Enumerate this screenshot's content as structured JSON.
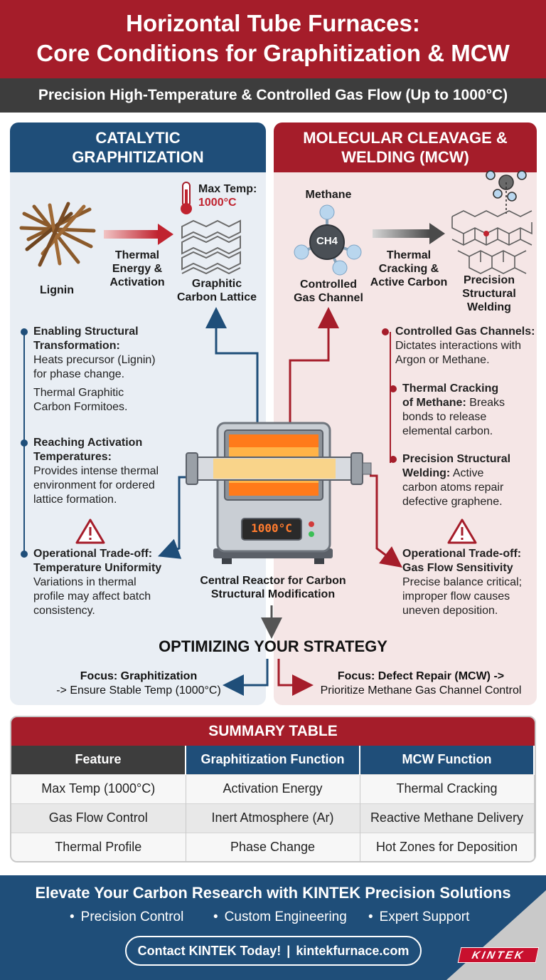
{
  "header": {
    "title_line1": "Horizontal Tube Furnaces:",
    "title_line2": "Core Conditions for Graphitization & MCW",
    "subtitle": "Precision High-Temperature & Controlled Gas Flow (Up to 1000°C)"
  },
  "left_panel": {
    "heading_line1": "CATALYTIC",
    "heading_line2": "GRAPHITIZATION",
    "lignin_label": "Lignin",
    "arrow_label": [
      "Thermal",
      "Energy &",
      "Activation"
    ],
    "max_temp_label": "Max Temp:",
    "max_temp_value": "1000°C",
    "lattice_label": [
      "Graphitic",
      "Carbon Lattice"
    ],
    "bullets": [
      {
        "heading": [
          "Enabling Structural",
          "Transformation:"
        ],
        "body": [
          "Heats precursor (Lignin)",
          "for phase change."
        ],
        "body2": [
          "Thermal Graphitic",
          "Carbon Formitoes."
        ]
      },
      {
        "heading": [
          "Reaching Activation",
          "Temperatures:"
        ],
        "body": [
          "Provides intense thermal",
          "environment for ordered",
          "lattice formation."
        ]
      },
      {
        "heading": [
          "Operational Trade-off:",
          "Temperature Uniformity"
        ],
        "body": [
          "Variations in thermal",
          "profile may affect batch",
          "consistency."
        ]
      }
    ],
    "colors": {
      "accent": "#1f4e79"
    }
  },
  "right_panel": {
    "heading_line1": "MOLECULAR CLEAVAGE &",
    "heading_line2": "WELDING (MCW)",
    "methane_label": "Methane",
    "molecule_label": "CH4",
    "gas_channel_label": [
      "Controlled",
      "Gas Channel"
    ],
    "arrow_label": [
      "Thermal",
      "Cracking &",
      "Active Carbon"
    ],
    "welding_label": [
      "Precision",
      "Structural",
      "Welding"
    ],
    "bullets": [
      {
        "heading_inline": "Controlled Gas Channels:",
        "body": [
          "Dictates interactions with",
          "Argon or Methane."
        ]
      },
      {
        "lines": [
          {
            "bold": "Thermal Cracking",
            "rest": ""
          },
          {
            "bold": "of Methane:",
            "rest": " Breaks"
          },
          {
            "bold": "",
            "rest": "bonds to release"
          },
          {
            "bold": "",
            "rest": "elemental carbon."
          }
        ]
      },
      {
        "lines": [
          {
            "bold": "Precision Structural",
            "rest": ""
          },
          {
            "bold": "Welding:",
            "rest": " Active"
          },
          {
            "bold": "",
            "rest": "carbon atoms repair"
          },
          {
            "bold": "",
            "rest": "defective graphene."
          }
        ]
      },
      {
        "heading": [
          "Operational Trade-off:",
          "Gas Flow Sensitivity"
        ],
        "body": [
          "Precise balance critical;",
          "improper flow causes",
          "uneven deposition."
        ]
      }
    ],
    "colors": {
      "accent": "#a51d2a"
    }
  },
  "furnace": {
    "display": "1000°C",
    "caption": [
      "Central Reactor for Carbon",
      "Structural Modification"
    ]
  },
  "strategy": {
    "title": "OPTIMIZING YOUR STRATEGY",
    "left": {
      "line1": "Focus: Graphitization",
      "line2": "-> Ensure Stable Temp (1000°C)"
    },
    "right": {
      "line1": "Focus: Defect Repair (MCW) ->",
      "line2": "Prioritize Methane Gas Channel Control"
    }
  },
  "summary_table": {
    "title": "SUMMARY TABLE",
    "headers": [
      "Feature",
      "Graphitization Function",
      "MCW Function"
    ],
    "rows": [
      [
        "Max Temp (1000°C)",
        "Activation Energy",
        "Thermal Cracking"
      ],
      [
        "Gas Flow Control",
        "Inert Atmosphere (Ar)",
        "Reactive Methane Delivery"
      ],
      [
        "Thermal Profile",
        "Phase Change",
        "Hot Zones for Deposition"
      ]
    ]
  },
  "footer": {
    "title": "Elevate Your Carbon Research with KINTEK Precision Solutions",
    "items": [
      "Precision Control",
      "Custom Engineering",
      "Expert Support"
    ],
    "cta_label": "Contact KINTEK Today!",
    "cta_separator": "|",
    "cta_url": "kintekfurnace.com",
    "logo_text": "KINTEK"
  },
  "icons": [
    "thermometer-icon",
    "warning-icon",
    "arrow-right-icon",
    "methane-molecule-icon",
    "graphite-lattice-icon",
    "graphene-sheet-icon",
    "lignin-fiber-icon",
    "tube-furnace-icon"
  ]
}
